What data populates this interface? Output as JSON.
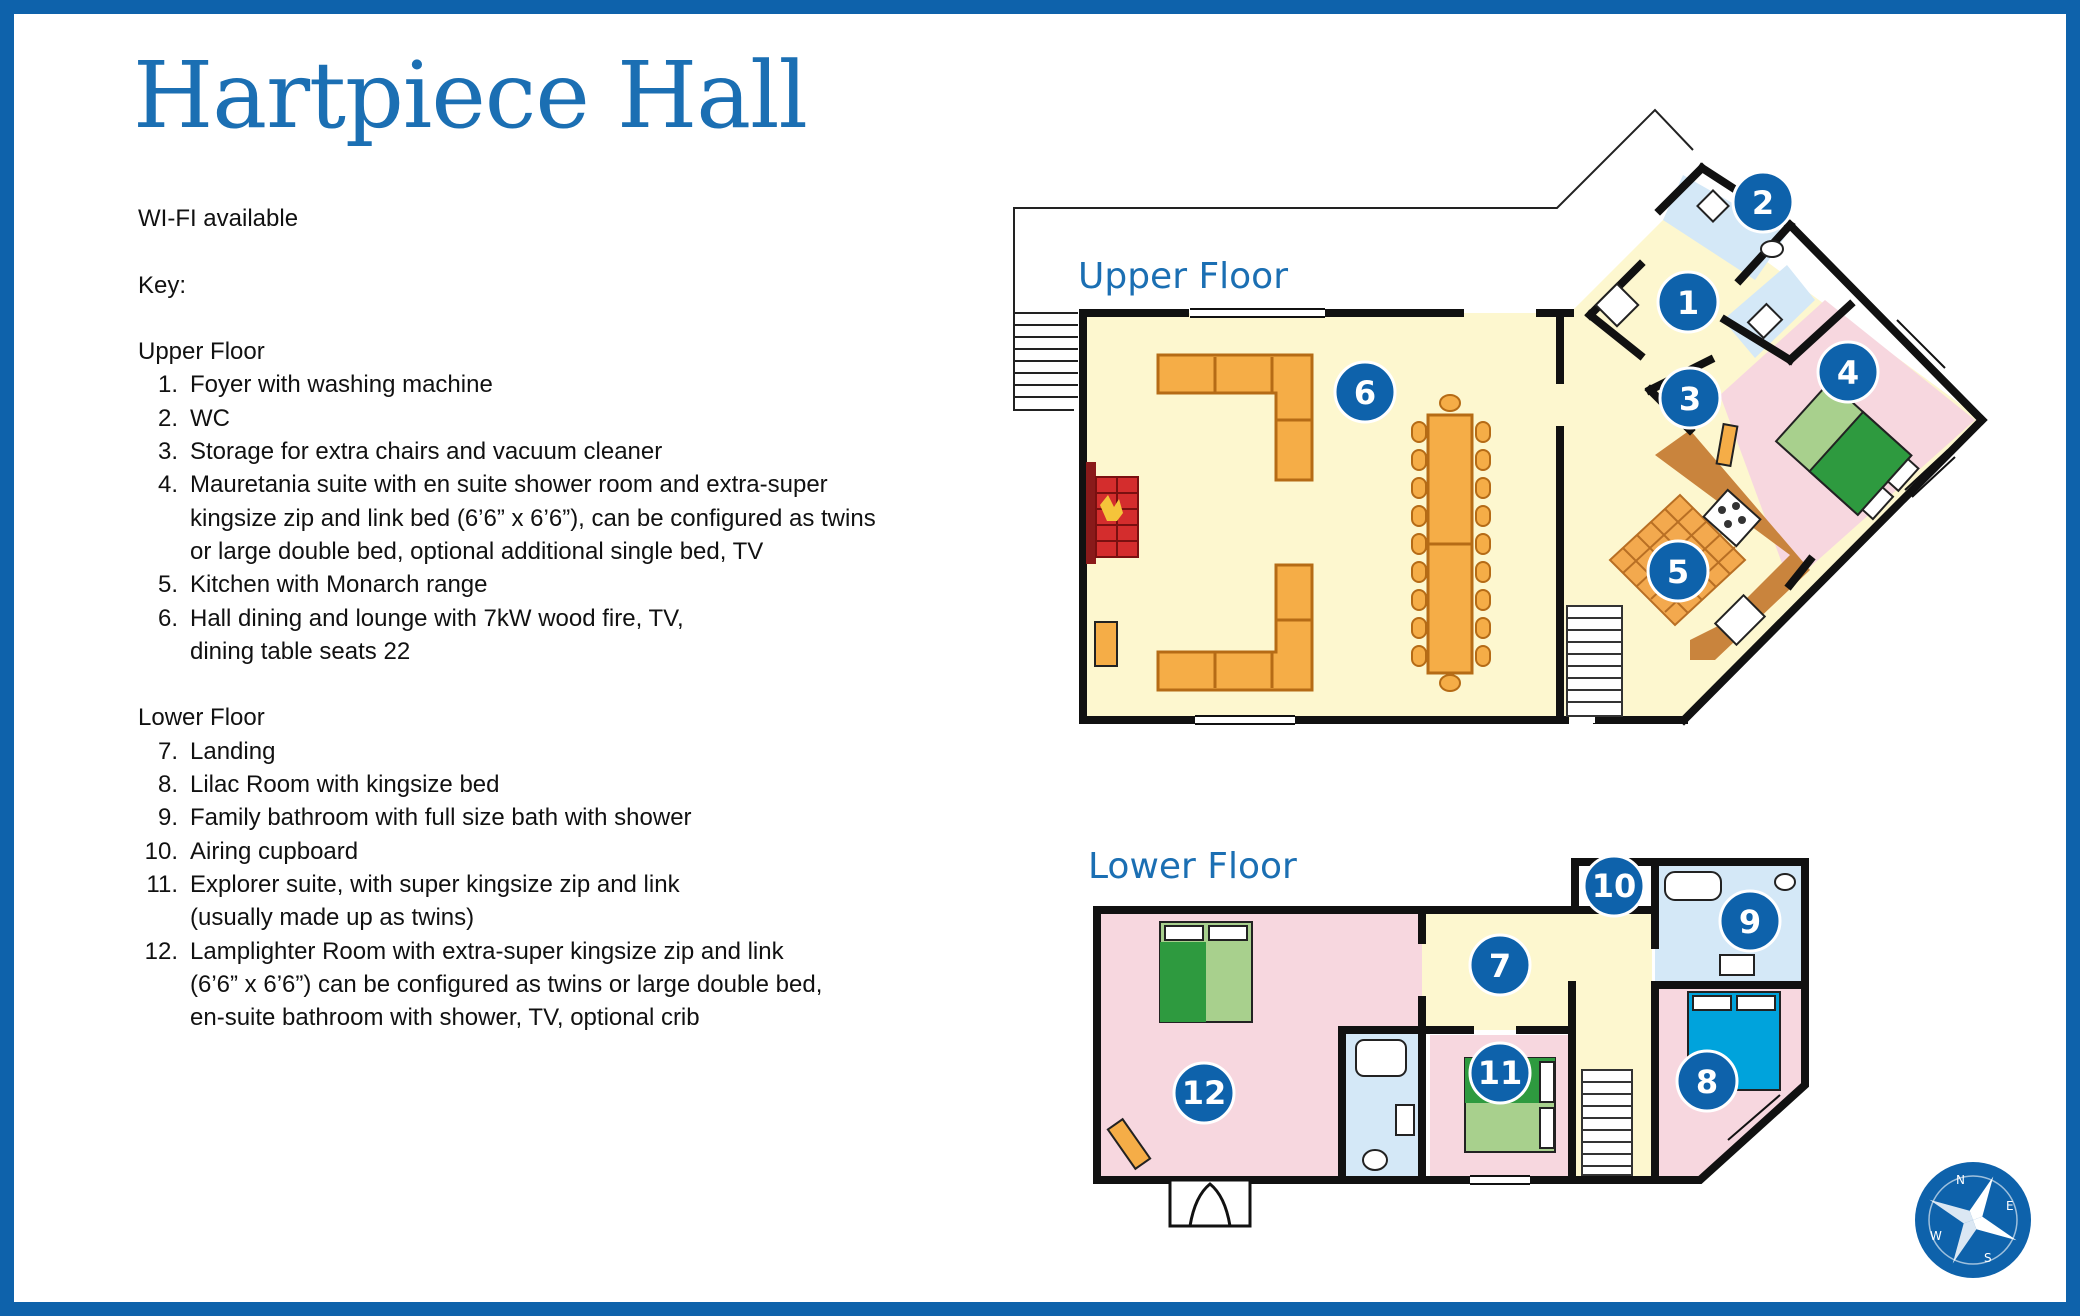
{
  "title": "Hartpiece Hall",
  "wifi": "WI-FI available",
  "key_label": "Key:",
  "upper_floor": {
    "heading": "Upper Floor",
    "plan_label": "Upper Floor",
    "items": [
      {
        "num": "1.",
        "lines": [
          "Foyer with washing machine"
        ]
      },
      {
        "num": "2.",
        "lines": [
          "WC"
        ]
      },
      {
        "num": "3.",
        "lines": [
          "Storage for extra chairs and vacuum cleaner"
        ]
      },
      {
        "num": "4.",
        "lines": [
          "Mauretania suite with en suite shower room and extra-super",
          "kingsize zip and link bed (6’6” x 6’6”), can be configured as twins",
          "or large double bed, optional additional single bed, TV"
        ]
      },
      {
        "num": "5.",
        "lines": [
          "Kitchen with Monarch range"
        ]
      },
      {
        "num": "6.",
        "lines": [
          "Hall dining and lounge with 7kW wood fire, TV,",
          "dining table seats 22"
        ]
      }
    ]
  },
  "lower_floor": {
    "heading": "Lower Floor",
    "plan_label": "Lower Floor",
    "items": [
      {
        "num": "7.",
        "lines": [
          "Landing"
        ]
      },
      {
        "num": "8.",
        "lines": [
          "Lilac Room with kingsize bed"
        ]
      },
      {
        "num": "9.",
        "lines": [
          "Family bathroom with full size bath with shower"
        ]
      },
      {
        "num": "10.",
        "lines": [
          "Airing cupboard"
        ]
      },
      {
        "num": "11.",
        "lines": [
          "Explorer suite, with super kingsize zip and link",
          "(usually made up as twins)"
        ]
      },
      {
        "num": "12.",
        "lines": [
          "Lamplighter Room with extra-super kingsize zip and link",
          "(6’6” x 6’6”) can be configured as twins or large double bed,",
          "en-suite bathroom with shower, TV, optional crib"
        ]
      }
    ]
  },
  "room_badges": [
    "1",
    "2",
    "3",
    "4",
    "5",
    "6",
    "7",
    "8",
    "9",
    "10",
    "11",
    "12"
  ],
  "compass": {
    "n": "N",
    "e": "E",
    "s": "S",
    "w": "W"
  },
  "colors": {
    "border": "#0e62ab",
    "badge": "#0e62ab",
    "title": "#1b6fb3",
    "cream_room": "#fdf7cf",
    "pink_room": "#f7d7df",
    "bath_room": "#d4e8f7",
    "sofa_table": "#f5ad47",
    "kitchen_tile": "#f3a94e",
    "green_bed": "#2e9a3f",
    "blue_bed": "#00a3dc"
  }
}
